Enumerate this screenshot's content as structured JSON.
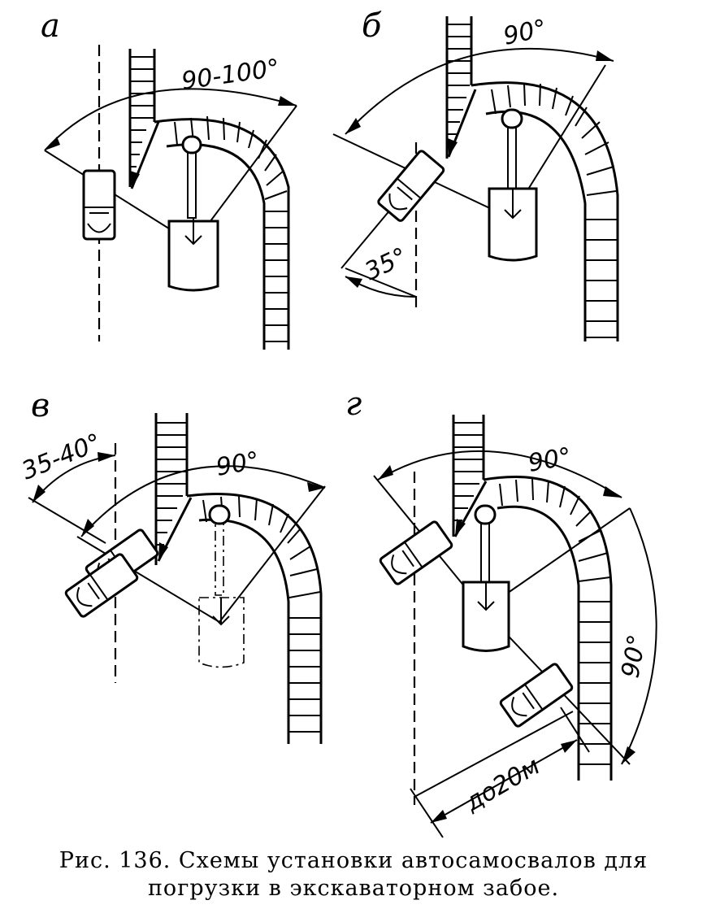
{
  "panels": [
    {
      "id": "a",
      "label": "а",
      "angles": [
        "90-100°"
      ]
    },
    {
      "id": "b",
      "label": "б",
      "angles": [
        "90°",
        "35°"
      ]
    },
    {
      "id": "v",
      "label": "в",
      "angles": [
        "35-40°",
        "90°"
      ]
    },
    {
      "id": "g",
      "label": "г",
      "angles": [
        "90°",
        "90°"
      ],
      "distance": "до20м"
    }
  ],
  "caption": {
    "line1": "Рис. 136. Схемы установки автосамосвалов для",
    "line2": "погрузки в экскаваторном забое."
  }
}
